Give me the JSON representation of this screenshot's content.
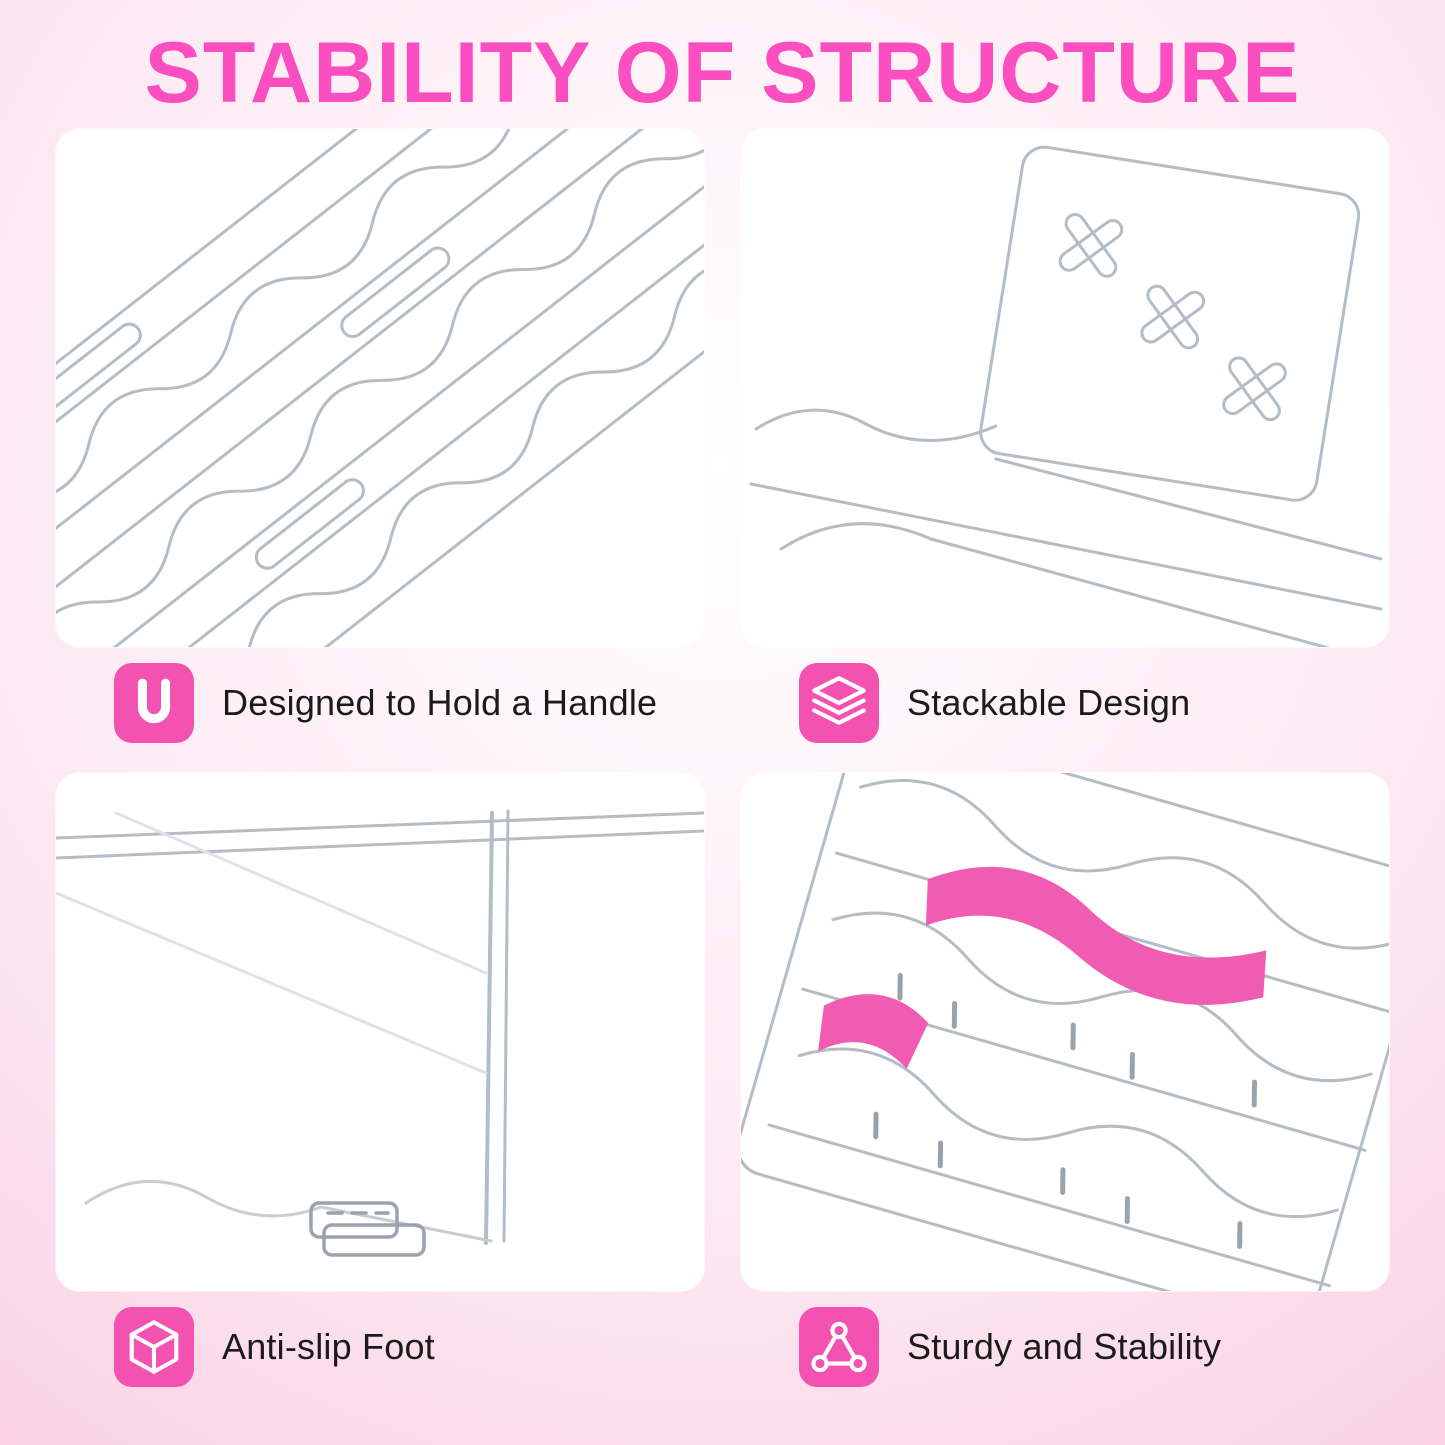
{
  "page": {
    "title": "STABILITY OF STRUCTURE",
    "colors": {
      "accent": "#fb4ec1",
      "badge": "#f352b0",
      "bg-edge": "#f6bcd7",
      "bg-mid": "#fde9f2",
      "ink": "#1b1b1b",
      "line": "#b4bcc5",
      "insert-pink": "#ef5cb2"
    }
  },
  "features": [
    {
      "label": "Designed to Hold a Handle",
      "icon": "u-channel-icon",
      "photo": "clear acrylic lid organizer tray with wavy handle-holding channels"
    },
    {
      "label": "Stackable Design",
      "icon": "stack-layers-icon",
      "photo": "clear acrylic corner wall with X-shaped cutouts stacked on a tray"
    },
    {
      "label": "Anti-slip Foot",
      "icon": "cube-icon",
      "photo": "clear acrylic divider panel with small anti-slip foot clip"
    },
    {
      "label": "Sturdy and Stability",
      "icon": "triangle-nodes-icon",
      "photo": "clear acrylic tray with pink wavy divider inserts highlighted"
    }
  ]
}
